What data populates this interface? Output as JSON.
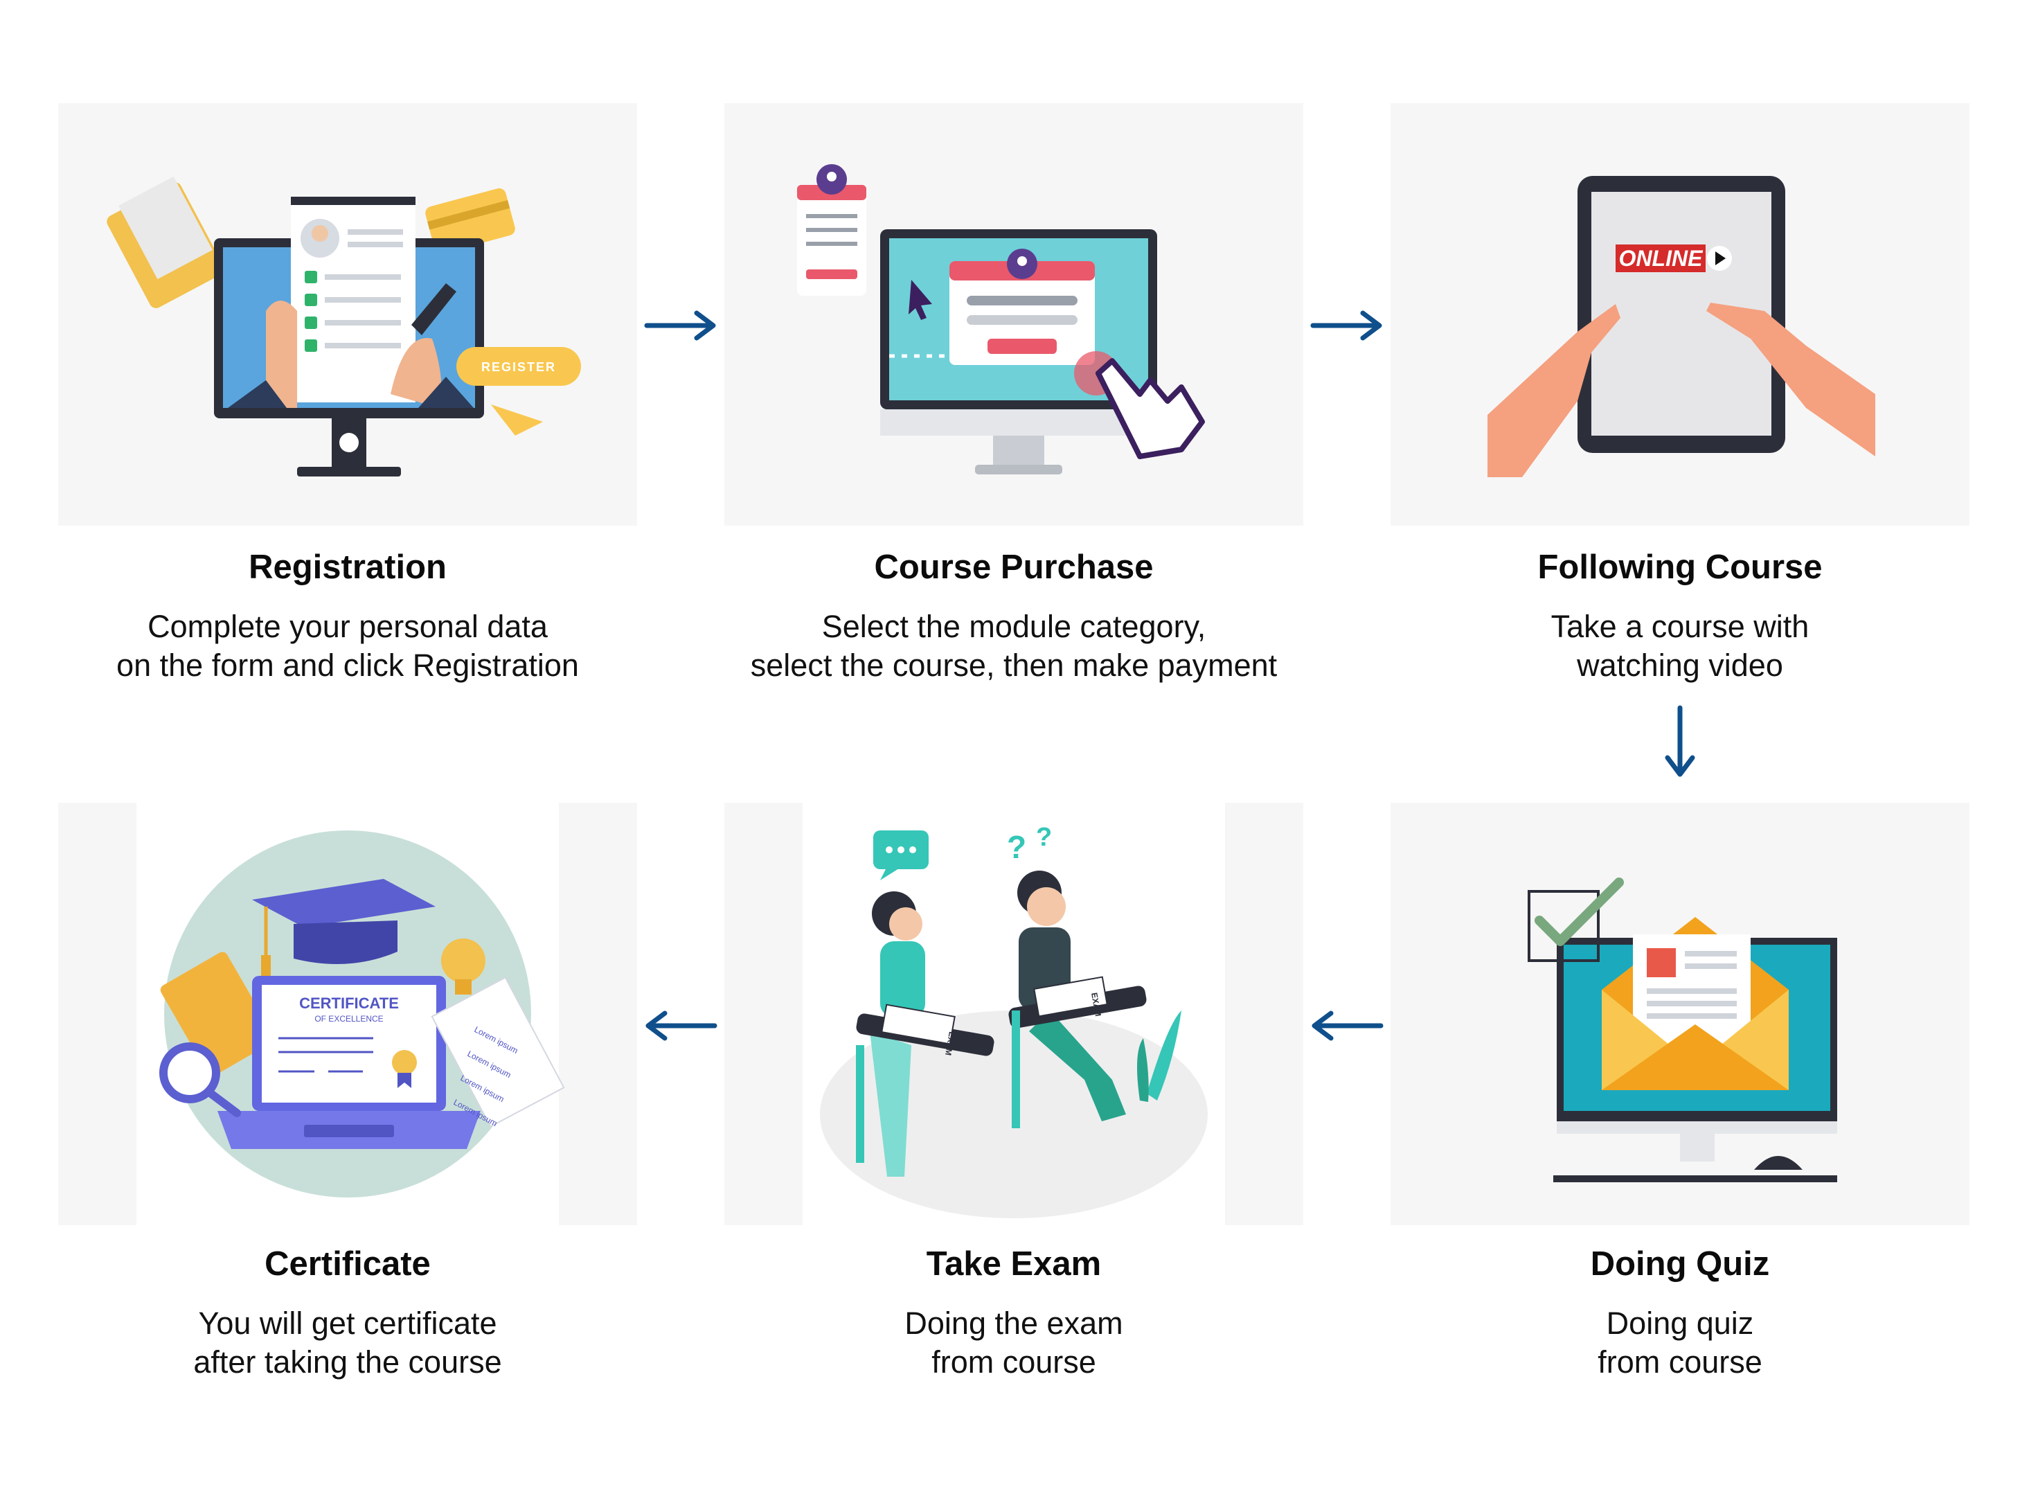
{
  "colors": {
    "arrow": "#0f4f8c",
    "card_bg": "#f6f6f6",
    "accent_yellow": "#f9c74f",
    "accent_teal": "#35c6b7",
    "accent_blue": "#5ea9e6"
  },
  "steps": [
    {
      "title": "Registration",
      "description": "Complete your personal data\non the form and click Registration",
      "icon": "registration-illustration",
      "register_label": "REGISTER"
    },
    {
      "title": "Course Purchase",
      "description": "Select the module category,\nselect the course, then make payment",
      "icon": "purchase-illustration"
    },
    {
      "title": "Following Course",
      "description": "Take a course with\nwatching video",
      "icon": "online-course-illustration",
      "online_label": "ONLINE"
    },
    {
      "title": "Doing Quiz",
      "description": "Doing quiz\nfrom course",
      "icon": "quiz-illustration"
    },
    {
      "title": "Take Exam",
      "description": "Doing the exam\nfrom course",
      "icon": "exam-illustration",
      "exam_label": "EXAM"
    },
    {
      "title": "Certificate",
      "description": "You will get certificate\nafter taking the course",
      "icon": "certificate-illustration",
      "certificate_label": "CERTIFICATE",
      "certificate_sub": "OF EXCELLENCE",
      "paper_text": "Lorem ipsum"
    }
  ],
  "arrows": [
    "arrow-right",
    "arrow-right",
    "arrow-down",
    "arrow-left",
    "arrow-left"
  ]
}
